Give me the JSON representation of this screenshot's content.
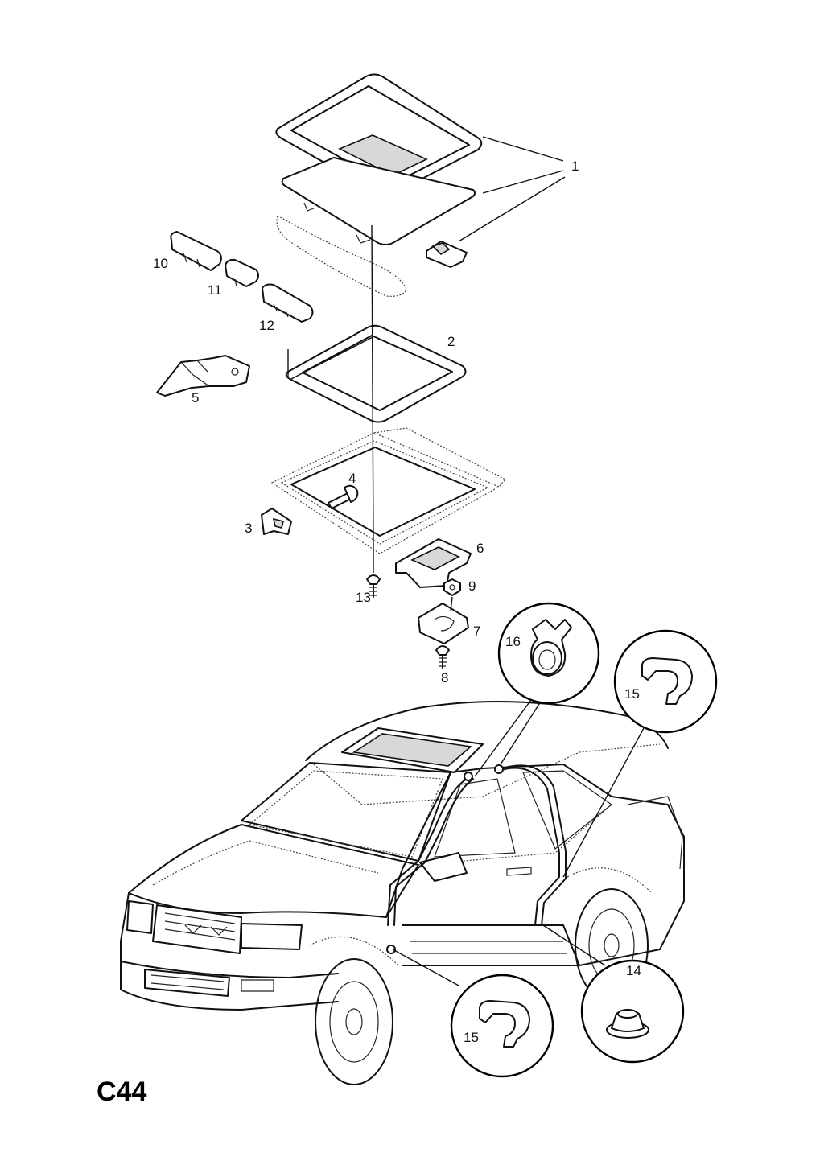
{
  "diagram": {
    "code": "C44",
    "callouts": [
      "1",
      "2",
      "3",
      "4",
      "5",
      "6",
      "7",
      "8",
      "9",
      "10",
      "11",
      "12",
      "13",
      "14",
      "15",
      "16"
    ],
    "detail_callouts": {
      "clip_top": "16",
      "clip_right": "15",
      "clip_bottom": "15",
      "grommet": "14"
    }
  }
}
